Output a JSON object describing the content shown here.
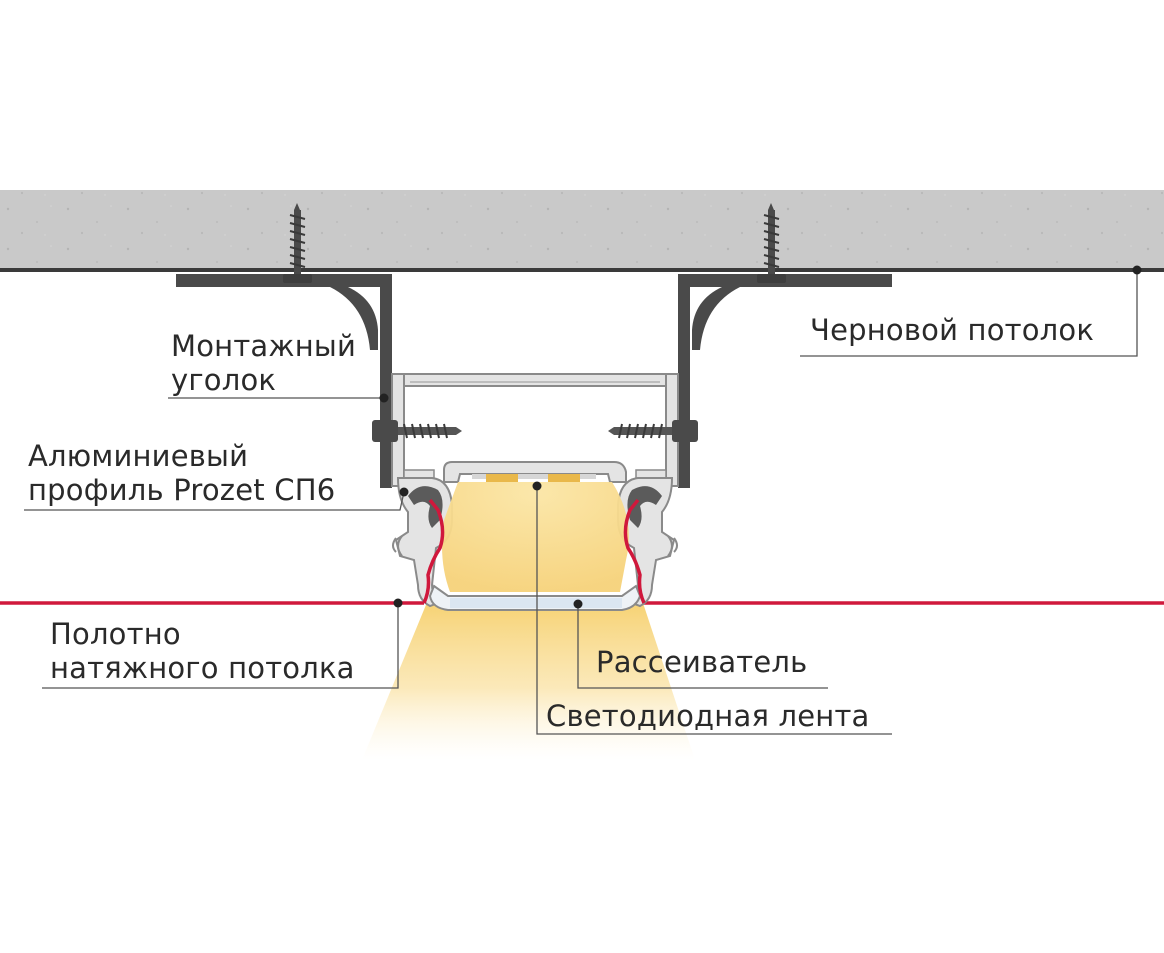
{
  "labels": {
    "mounting_bracket": [
      "Монтажный",
      "уголок"
    ],
    "rough_ceiling": "Черновой потолок",
    "aluminum_profile": [
      "Алюминиевый",
      "профиль Prozet СП6"
    ],
    "stretch_canvas": [
      "Полотно",
      "натяжного потолка"
    ],
    "diffuser": "Рассеиватель",
    "led_strip": "Светодиодная лента"
  },
  "colors": {
    "concrete": "#c7c7c7",
    "ceiling_edge": "#3a3a3a",
    "bracket": "#4a4a4a",
    "profile": "#e4e4e4",
    "profile_outline": "#8a8a8a",
    "canvas": "#d0183c",
    "light": "#f7d77e",
    "leader": "#555555",
    "text": "#2a2a2a"
  }
}
